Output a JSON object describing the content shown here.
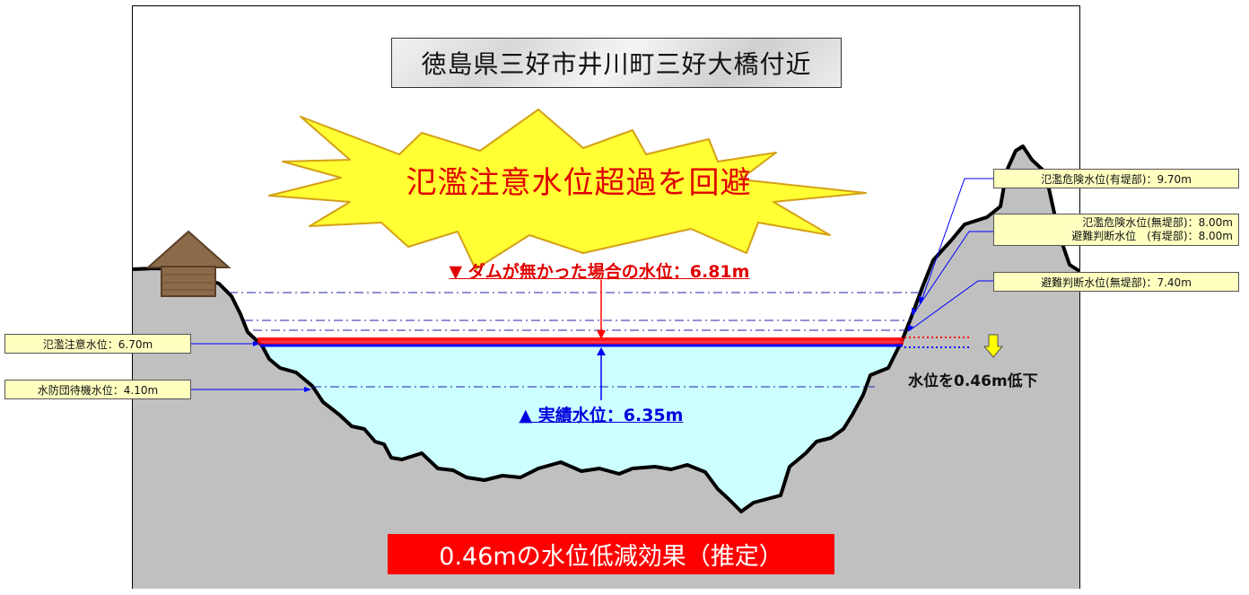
{
  "title": "徳島県三好市井川町三好大橋付近",
  "burst_text": "氾濫注意水位超過を回避",
  "no_dam_level": "▼ ダムが無かった場合の水位：6.81m",
  "actual_level": "▲ 実績水位：6.35m",
  "drop_text": "水位を0.46m低下",
  "effect_text": "0.46mの水位低減効果（推定）",
  "labels": {
    "danger_with_levee": "氾濫危険水位(有堤部)：9.70m",
    "danger_no_levee": "氾濫危険水位(無堤部)：8.00m",
    "evac_with_levee": "避難判断水位　(有堤部)：8.00m",
    "evac_no_levee": "避難判断水位(無堤部)：7.40m",
    "caution": "氾濫注意水位：6.70m",
    "standby": "水防団待機水位：4.10m"
  },
  "colors": {
    "no_dam_line": "#ff0000",
    "actual_line": "#0000ff",
    "water": "#ccffff",
    "ground": "#c0c0c0",
    "label_bg": "#ffffc0",
    "burst": "#ffff33",
    "effect_bg": "#ff0000"
  },
  "icons": {
    "house": "house-icon",
    "drop_arrow": "down-arrow-icon"
  }
}
